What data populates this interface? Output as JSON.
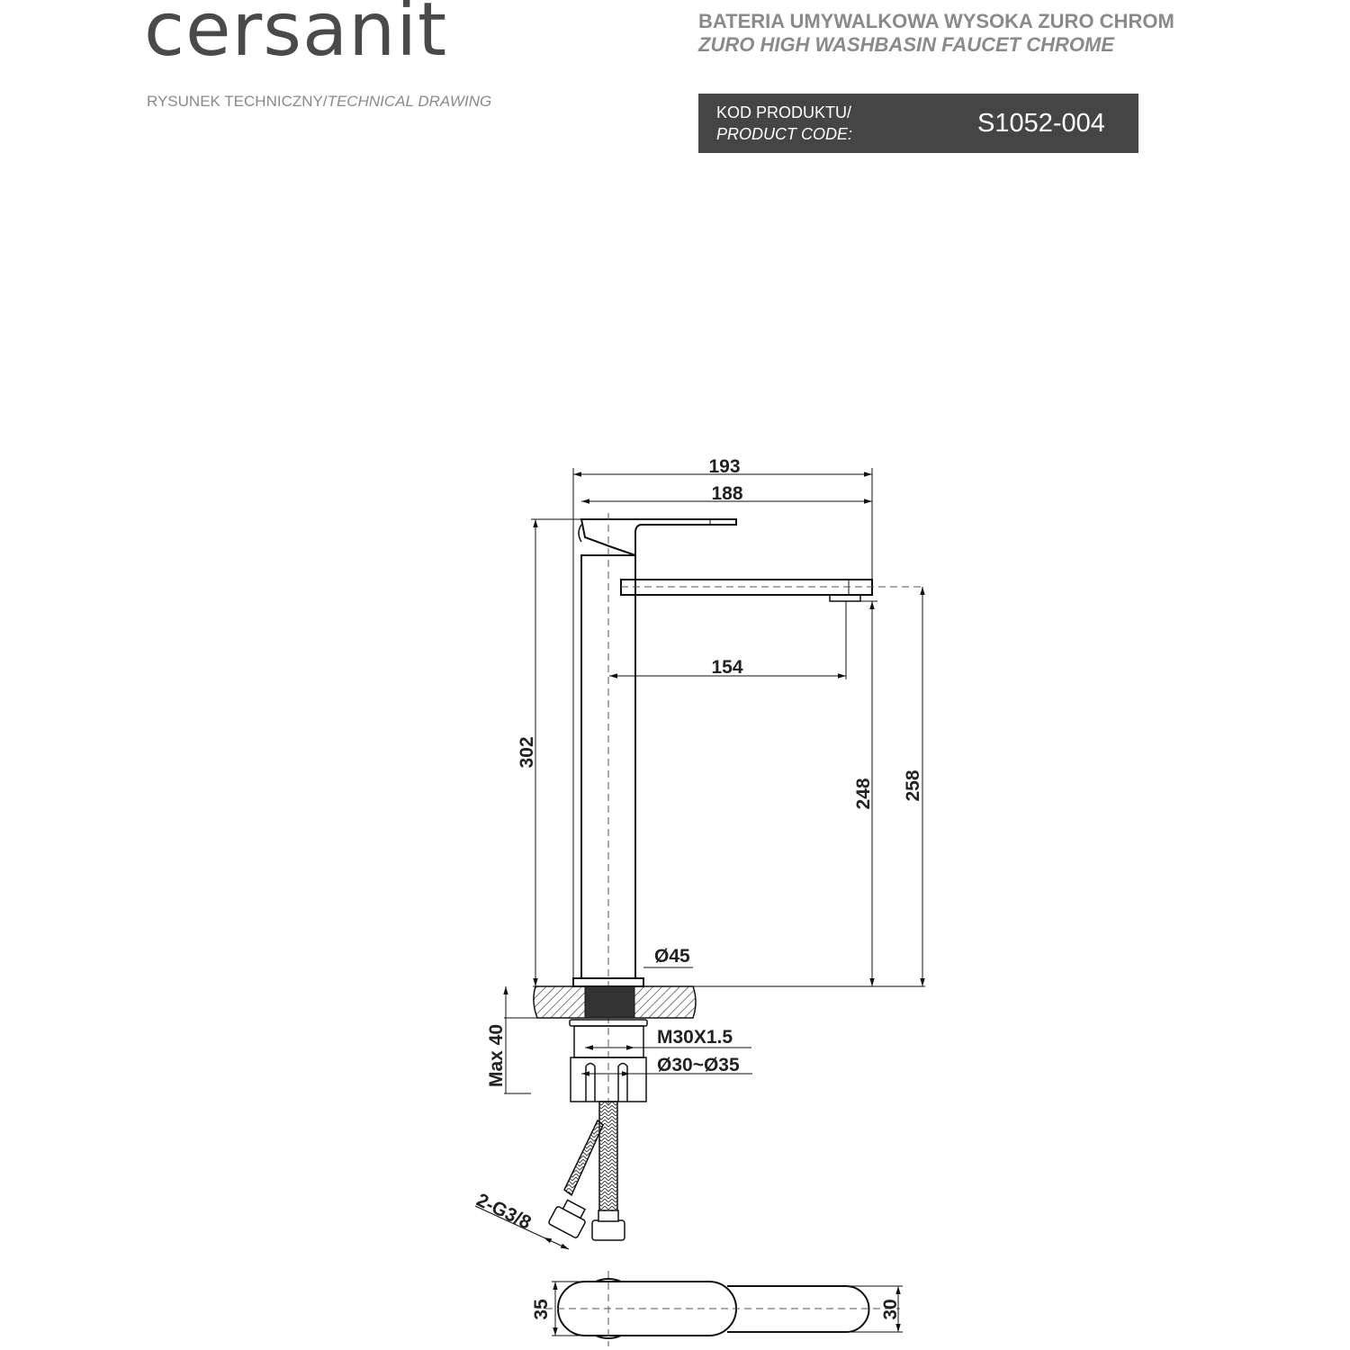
{
  "header": {
    "brand": "cersanit",
    "drawing_type_pl": "RYSUNEK TECHNICZNY/",
    "drawing_type_en": "TECHNICAL DRAWING",
    "title_pl": "BATERIA UMYWALKOWA WYSOKA ZURO CHROM",
    "title_en": "ZURO HIGH WASHBASIN FAUCET CHROME",
    "code_label_pl": "KOD PRODUKTU/",
    "code_label_en": "PRODUCT CODE:",
    "product_code": "S1052-004"
  },
  "dimensions": {
    "overall_length": "193",
    "spout_length": "188",
    "spout_reach": "154",
    "total_height": "302",
    "aerator_height": "248",
    "spout_height": "258",
    "base_diameter": "Ø45",
    "max_counter": "Max 40",
    "thread": "M30X1.5",
    "hole_diameter": "Ø30~Ø35",
    "hose_connection": "2-G3/8",
    "top_base_width": "35",
    "top_spout_width": "30"
  }
}
